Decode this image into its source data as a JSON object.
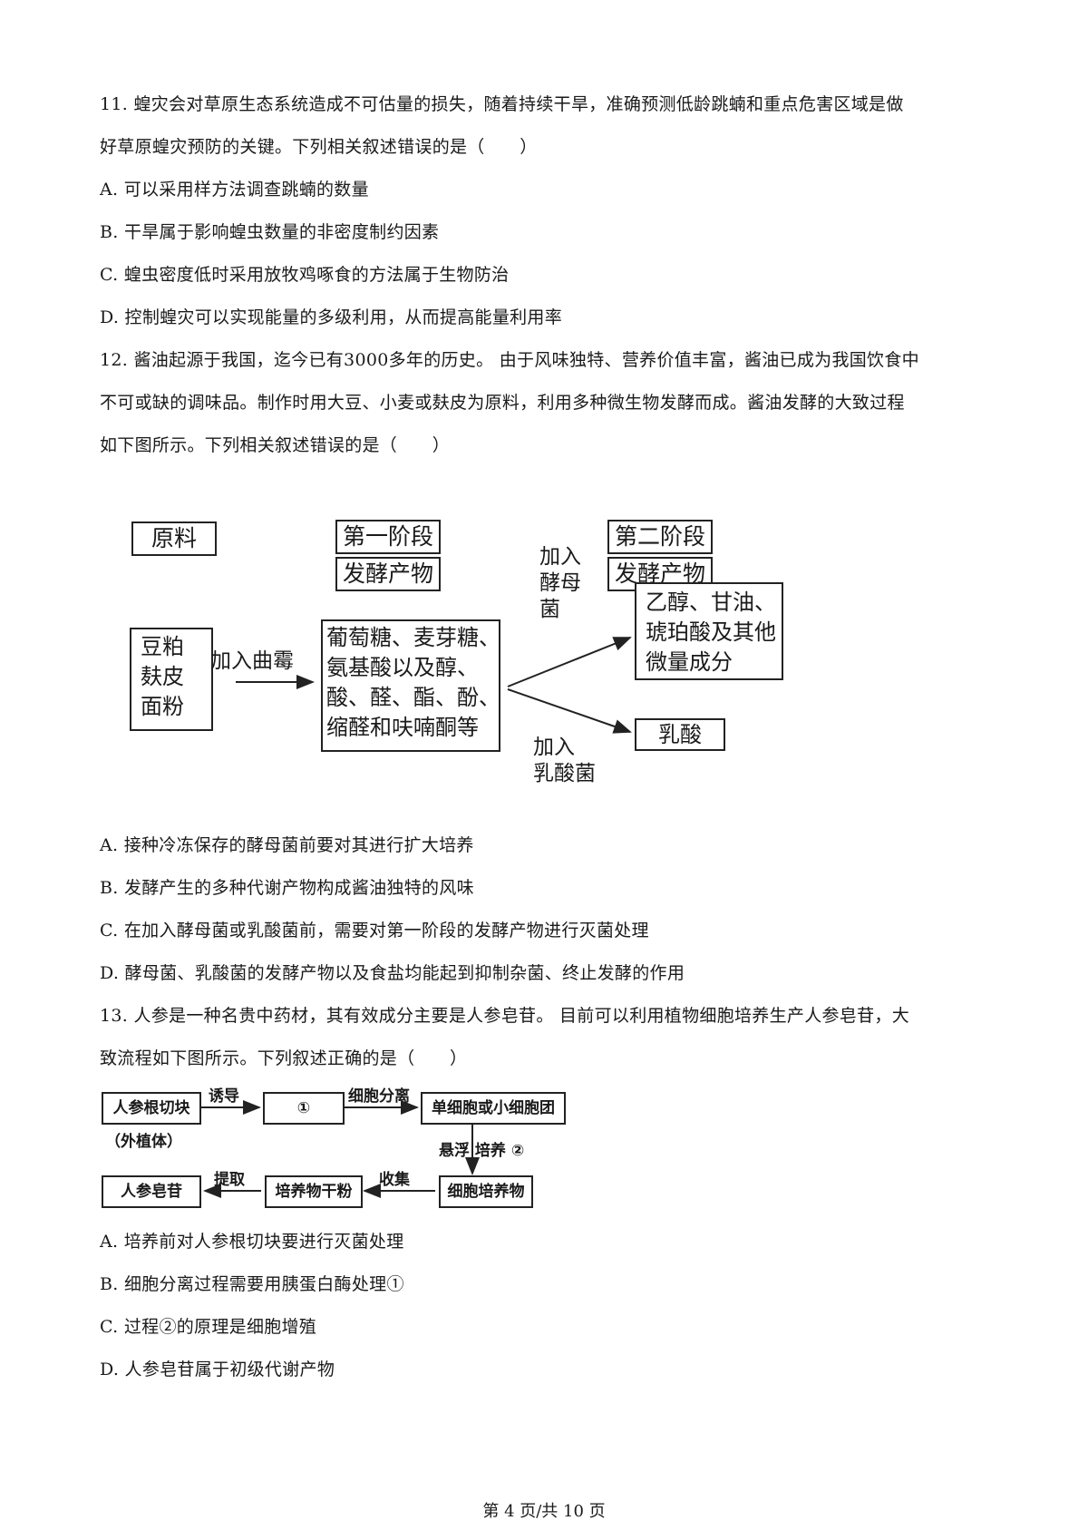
{
  "q11": {
    "stem1": "11. 蝗灾会对草原生态系统造成不可估量的损失，随着持续干旱，准确预测低龄跳蝻和重点危害区域是做",
    "stem2": "好草原蝗灾预防的关键。下列相关叙述错误的是（　　）",
    "options": [
      "A. 可以采用样方法调查跳蝻的数量",
      "B. 干旱属于影响蝗虫数量的非密度制约因素",
      "C. 蝗虫密度低时采用放牧鸡啄食的方法属于生物防治",
      "D. 控制蝗灾可以实现能量的多级利用，从而提高能量利用率"
    ]
  },
  "q12": {
    "stem1": "12. 酱油起源于我国，迄今已有3000多年的历史。 由于风味独特、营养价值丰富，酱油已成为我国饮食中",
    "stem2": "不可或缺的调味品。制作时用大豆、小麦或麸皮为原料，利用多种微生物发酵而成。酱油发酵的大致过程",
    "stem3": "如下图所示。下列相关叙述错误的是（　　）",
    "diagram": {
      "raw_header": "原料",
      "stage1_header": "第一阶段",
      "stage1_sub": "发酵产物",
      "stage2_header": "第二阶段",
      "stage2_sub": "发酵产物",
      "raw_lines": [
        "豆粕",
        "麸皮",
        "面粉"
      ],
      "arrow1_label": "加入曲霉",
      "product1_lines": [
        "葡萄糖、麦芽糖、",
        "氨基酸以及醇、",
        "酸、醛、酯、酚、",
        "缩醛和呋喃酮等"
      ],
      "yeast_label_lines": [
        "加入",
        "酵母",
        "菌"
      ],
      "lactic_label_lines": [
        "加入",
        "乳酸菌"
      ],
      "product2_lines": [
        "乙醇、甘油、",
        "琥珀酸及其他",
        "微量成分"
      ],
      "product3": "乳酸"
    },
    "options": [
      "A. 接种冷冻保存的酵母菌前要对其进行扩大培养",
      "B. 发酵产生的多种代谢产物构成酱油独特的风味",
      "C. 在加入酵母菌或乳酸菌前，需要对第一阶段的发酵产物进行灭菌处理",
      "D. 酵母菌、乳酸菌的发酵产物以及食盐均能起到抑制杂菌、终止发酵的作用"
    ]
  },
  "q13": {
    "stem1": "13. 人参是一种名贵中药材，其有效成分主要是人参皂苷。 目前可以利用植物细胞培养生产人参皂苷，大",
    "stem2": "致流程如下图所示。下列叙述正确的是（　　）",
    "diagram": {
      "box_root": "人参根切块",
      "box_root_note": "（外植体）",
      "label_induce": "诱导",
      "box_1": "①",
      "label_separate": "细胞分离",
      "box_single": "单细胞或小细胞团",
      "label_suspend": "悬浮 培养 ②",
      "box_culture": "细胞培养物",
      "label_collect": "收集",
      "box_powder": "培养物干粉",
      "label_extract": "提取",
      "box_saponin": "人参皂苷"
    },
    "options": [
      "A. 培养前对人参根切块要进行灭菌处理",
      "B. 细胞分离过程需要用胰蛋白酶处理①",
      "C. 过程②的原理是细胞增殖",
      "D. 人参皂苷属于初级代谢产物"
    ]
  },
  "footer": "第 4 页/共 10 页"
}
